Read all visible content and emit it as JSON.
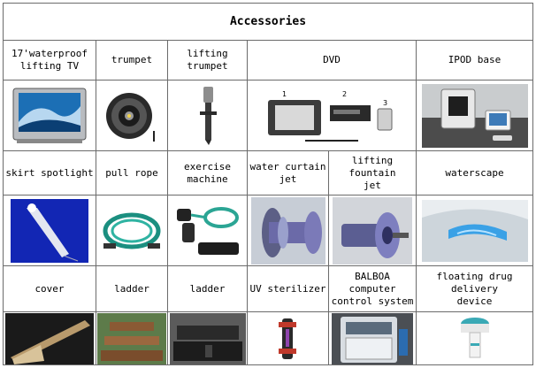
{
  "title": "Accessories",
  "rows": [
    {
      "items": [
        {
          "label": "17'waterproof\nlifting TV",
          "icon": "tv-icon"
        },
        {
          "label": "trumpet",
          "icon": "speaker-icon"
        },
        {
          "label": "lifting\ntrumpet",
          "icon": "lifting-speaker-icon"
        },
        {
          "label": "DVD",
          "icon": "dvd-unit-icon",
          "markers": [
            "1",
            "2",
            "3"
          ]
        },
        {
          "label": "IPOD base",
          "icon": "ipod-dock-icon"
        }
      ]
    },
    {
      "items": [
        {
          "label": "skirt spotlight",
          "icon": "spotlight-icon"
        },
        {
          "label": "pull rope",
          "icon": "rope-icon"
        },
        {
          "label": "exercise\nmachine",
          "icon": "exercise-band-icon"
        },
        {
          "label": "water curtain\njet",
          "icon": "water-curtain-jet-icon"
        },
        {
          "label": "lifting\nfountain\njet",
          "icon": "fountain-jet-icon"
        },
        {
          "label": "waterscape",
          "icon": "waterscape-icon"
        }
      ]
    },
    {
      "items": [
        {
          "label": "cover",
          "icon": "spa-cover-icon"
        },
        {
          "label": "ladder",
          "icon": "wood-steps-icon"
        },
        {
          "label": "ladder",
          "icon": "storage-steps-icon"
        },
        {
          "label": "UV sterilizer",
          "icon": "uv-sterilizer-icon"
        },
        {
          "label": "BALBOA\ncomputer\ncontrol system",
          "icon": "control-panel-icon"
        },
        {
          "label": "floating drug\ndelivery\ndevice",
          "icon": "floating-dispenser-icon"
        }
      ]
    }
  ],
  "colors": {
    "border": "#6b6b6b",
    "background": "#ffffff",
    "text": "#000000"
  }
}
